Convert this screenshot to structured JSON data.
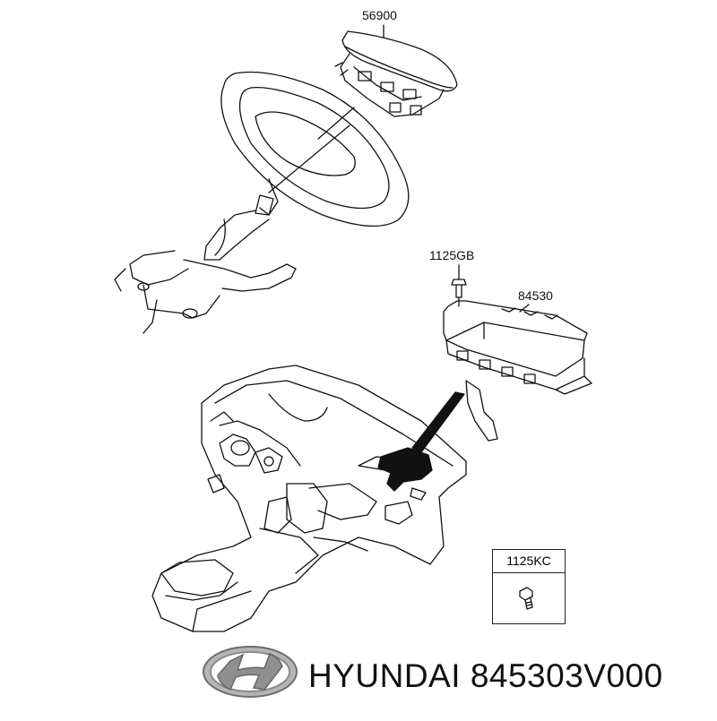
{
  "callouts": {
    "steering_airbag": "56900",
    "bolt_upper": "1125GB",
    "passenger_airbag": "84530",
    "bolt_box": "1125KC"
  },
  "footer": {
    "brand": "HYUNDAI",
    "part_number": "845303V000"
  },
  "logo": {
    "name": "hyundai-logo",
    "color": "#8a8a8a"
  }
}
